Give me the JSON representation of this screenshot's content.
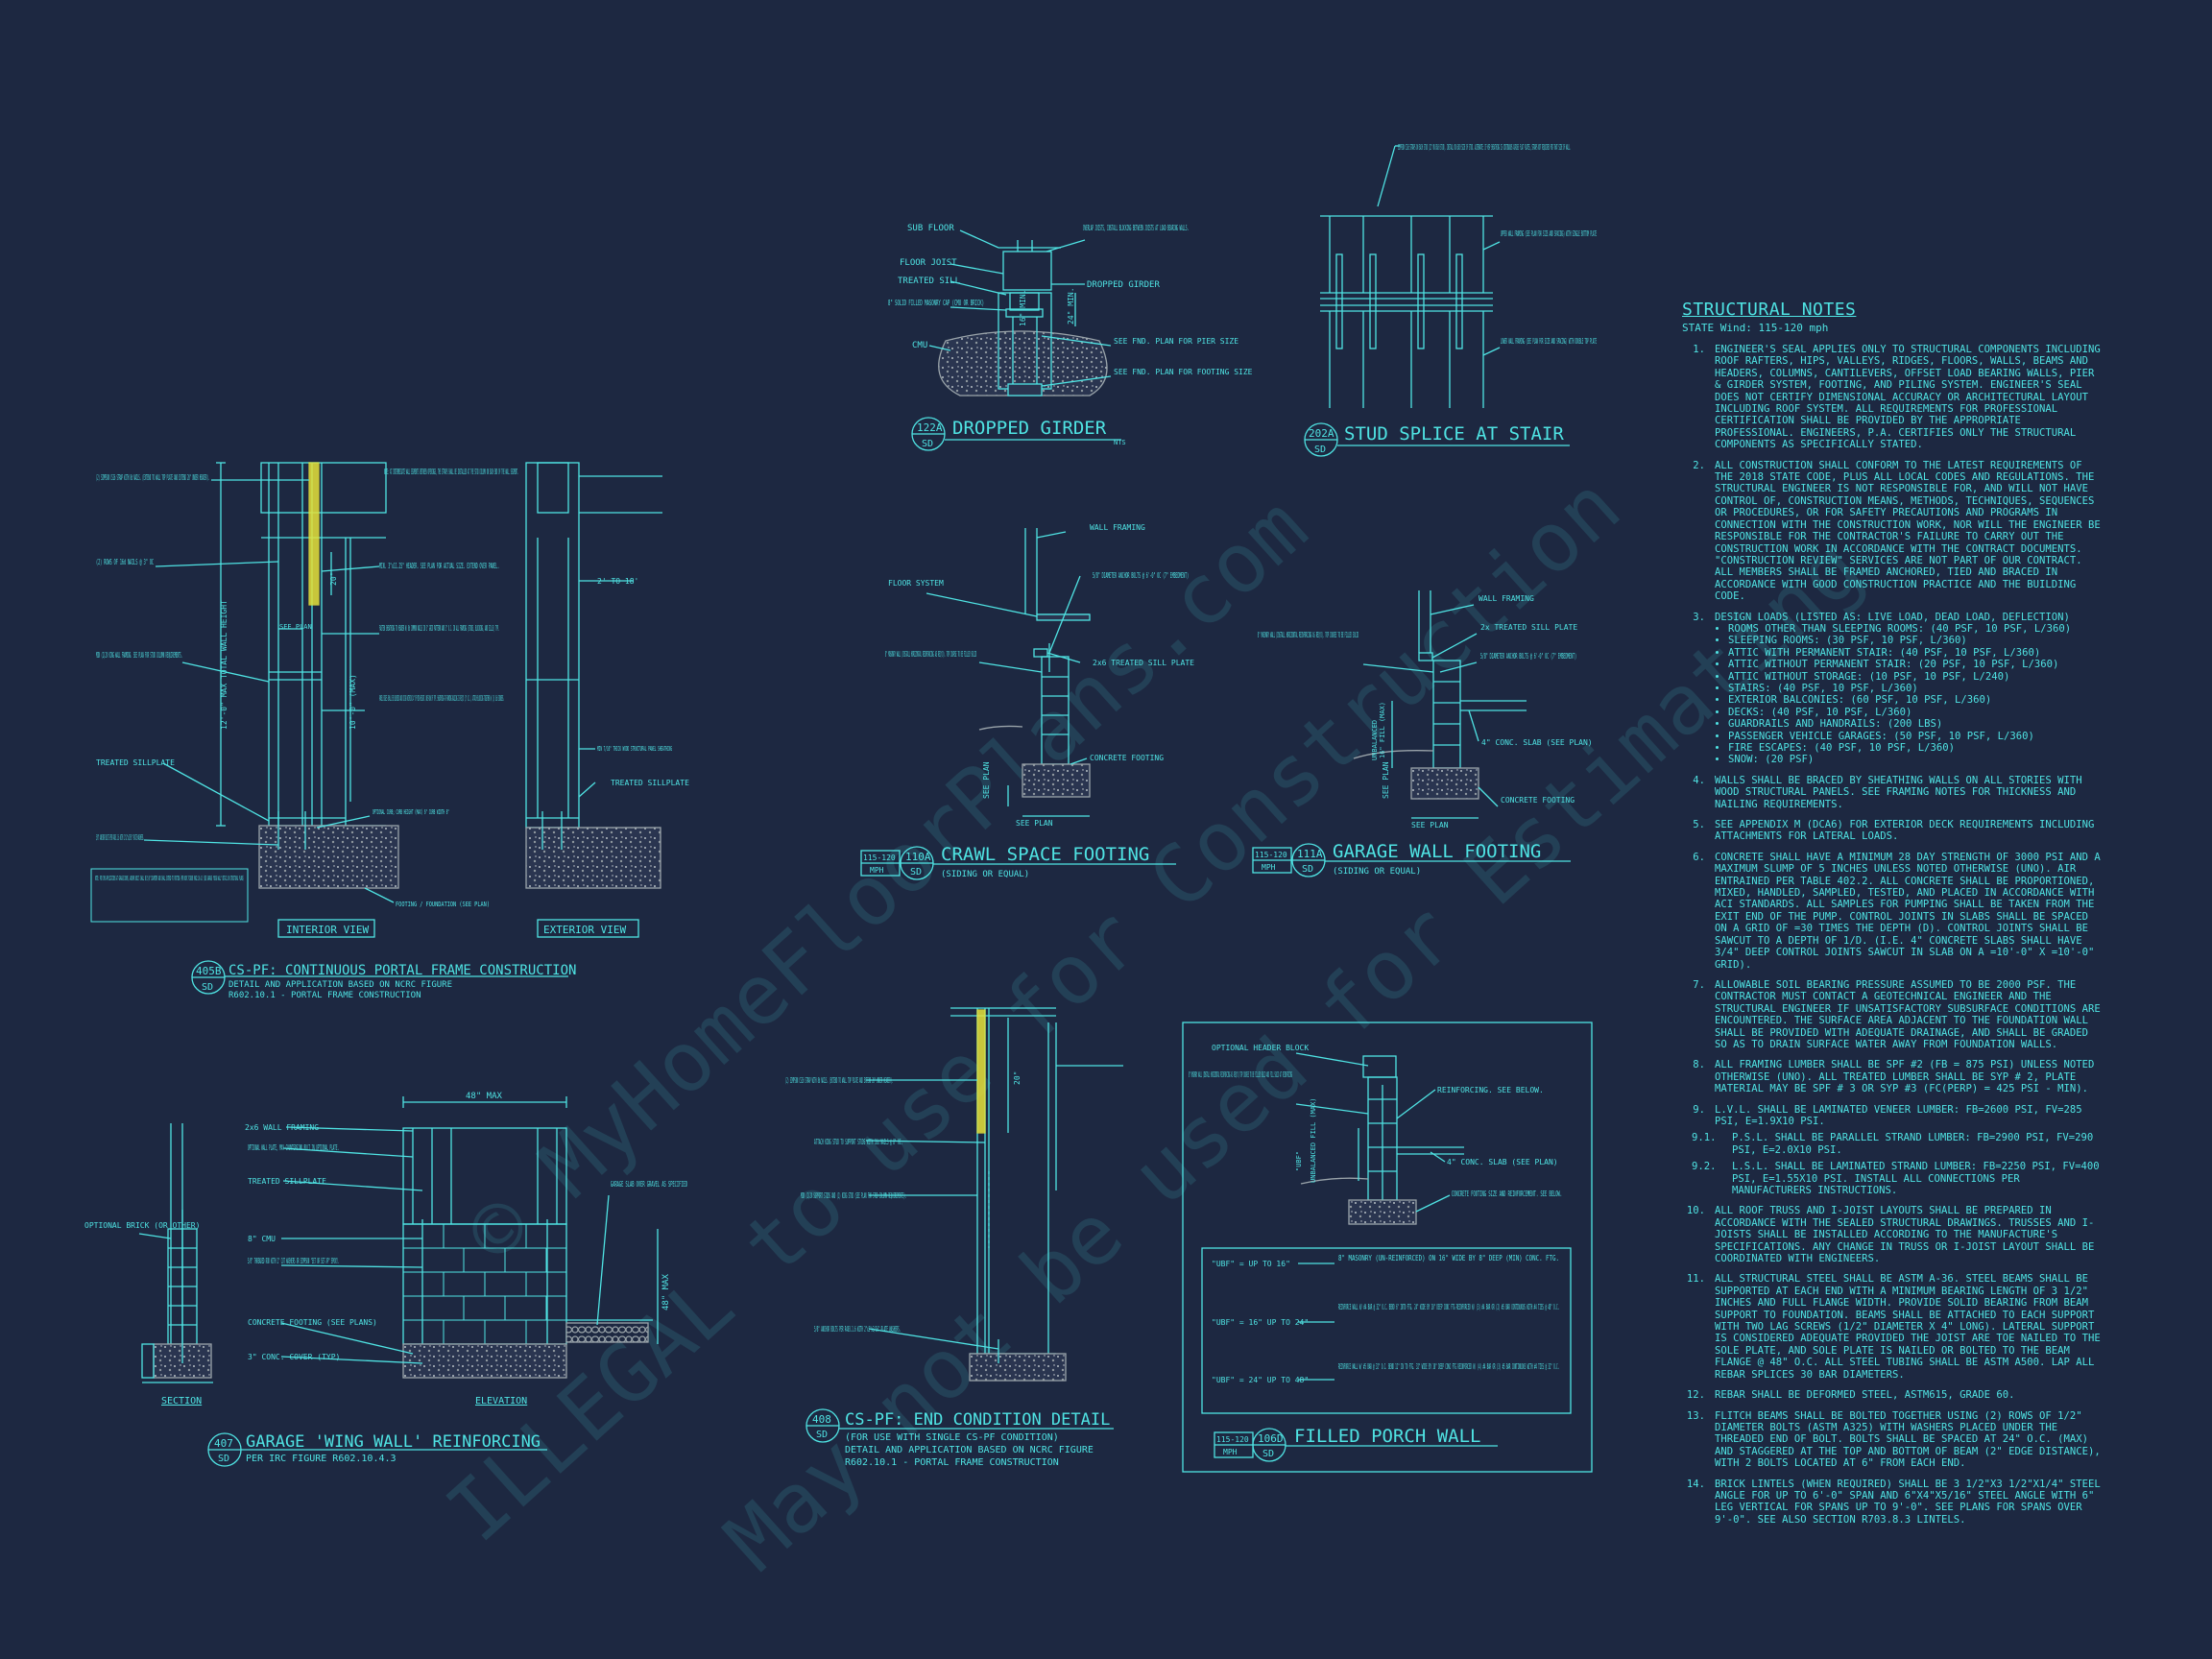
{
  "colors": {
    "background": "#1d2841",
    "line": "#4fe3e3",
    "highlight": "#e6e23a",
    "concrete": "#9aa4aa",
    "watermark": "#c7cbd6"
  },
  "watermarks": [
    "© MyHomeFloorPlans.com",
    "ILLEGAL to use for Construction",
    "May not be used for Estimating"
  ],
  "details": {
    "d122": {
      "num": "122A",
      "sheet": "SD",
      "title": "DROPPED GIRDER",
      "scale": "NTS",
      "labels": [
        "SUB FLOOR",
        "FLOOR JOIST",
        "TREATED SILL",
        "8\" SOLID FILLED MASONRY CAP (CMU OR BRICK)",
        "CMU",
        "OVERLAP JOISTS, INSTALL BLOCKING BETWEEN JOISTS AT LOAD BEARING WALLS.",
        "DROPPED GIRDER",
        "SEE FND. PLAN FOR PIER SIZE",
        "SEE FND. PLAN FOR FOOTING SIZE",
        "16\" MIN.",
        "24\" MIN."
      ]
    },
    "d202": {
      "num": "202A",
      "sheet": "SD",
      "title": "STUD SPLICE AT STAIR",
      "labels": [
        "SIMPSON CS16 STRAPS ON EACH STUD (12\" ON EACH STUD). INSTALL ON EACH SIDE OF STUD. ALTERNATE: IF WSP SHEATHING IS CONTINUOUS ACROSS FLAT PLATES, STRAPS NOT REQUIRED FOR THAT SIDE OF WALL.",
        "UPPER WALL FRAMING (SEE PLAN FOR SIZE AND SPACING) WITH SINGLE BOTTOM PLATE",
        "LOWER WALL FRAMING (SEE PLAN FOR SIZE AND SPACING) WITH DOUBLE TOP PLATE"
      ]
    },
    "d405": {
      "num": "405B",
      "sheet": "SD",
      "title": "CS-PF: CONTINUOUS PORTAL FRAME CONSTRUCTION",
      "sub1": "DETAIL AND APPLICATION BASED ON NCRC FIGURE",
      "sub2": "R602.10.1 - PORTAL FRAME CONSTRUCTION",
      "interior": "INTERIOR VIEW",
      "exterior": "EXTERIOR VIEW",
      "labels": [
        "(2) SIMPSON CS16 STRAP WITH 8d NAILS. (EXTEND TO WALL TOP PLATE AND EXTEND 20\" UNDER HEADER).",
        "(2) ROWS OF 16d NAILS @ 3\" OC",
        "MIN (2)2X KING WALL FRAMING. SEE PLAN FOR STUD COLUMN REQUIREMENTS.",
        "TREATED SILLPLATE",
        "5/8\" ANCHOR BOLTS PER R403.1.6 WITH 2\"x2\"x3/16\" PLATE WASHERS.",
        "NOTE: AT INTERMEDIATE WALL SEGMENTS BETWEEN OPENINGS, THE STRAPS SHALL BE INSTALLED AT THE STUD COLUMN ON EACH END OF THE WALL SEGMENT.",
        "MIN. 3\"x11.25\" HEADER. SEE PLAN FOR ACTUAL SIZE. EXTEND OVER PANEL.",
        "FASTEN SHEATHING TO HEADER W/ 8d COMMON NAILS IN 3\" GRID PATTERN AND 3\" O.C. IN ALL FRAMING (STUDS, BLOCKING, AND SILLS) TYP.",
        "PANEL EDGES SHALL BE BLOCKED AND OCCUR WITHIN 24\" OF MID-HEIGHT. ONE ROW OF TYP. SHEATHING-TO-FRAMING NAILING IS REQ'D (3\" O.C.). ATTACH BLOCKING TOGETHER W/ (3) 16d SINKERS.",
        "OPTIONAL CURB; CURB HEIGHT (MAX) 6\" CURB WIDTH 8\"",
        "FOOTING / FOUNDATION (SEE PLAN)",
        "MIN 7/16\" THICK WOOD STRUCTURAL PANEL SHEATHING",
        "TREATED SILLPLATE",
        "2' TO 18'",
        "SEE PLAN",
        "20\"",
        "10'-0\" (MAX)",
        "12'-0\" MAX TOTAL WALL HEIGHT",
        "NOTE: FOR CMU APPLICATIONS AT GARAGE DOORS, ANCHOR BOLTS SHALL BE 5/8\" DIAMETER AND SHALL EXTEND TO FOOTING (PER NCRC FIGURE R602.10.4.3 (SEE GARAGE \"WING WALL\" DETAIL ON STRUCTURAL PLANS)"
      ]
    },
    "d110a": {
      "num": "110A",
      "sheet": "SD",
      "mph": "115-120",
      "mphunit": "MPH",
      "title": "CRAWL SPACE FOOTING",
      "sub": "(SIDING OR EQUAL)",
      "labels": [
        "WALL FRAMING",
        "FLOOR SYSTEM",
        "5/8\" DIAMETER ANCHOR BOLTS @ 6'-0\" OC (7\" EMBEDMENT)",
        "8\" MASONRY WALL (INSTALL HORIZONTAL REINFORCING AS REQ'D). TOP COURSE TO BE FILLED SOLID",
        "2x6 TREATED SILL PLATE",
        "CONCRETE FOOTING",
        "SEE PLAN",
        "SEE PLAN"
      ]
    },
    "d111a": {
      "num": "111A",
      "sheet": "SD",
      "mph": "115-120",
      "mphunit": "MPH",
      "title": "GARAGE WALL FOOTING",
      "sub": "(SIDING OR EQUAL)",
      "labels": [
        "WALL FRAMING",
        "2x TREATED SILL PLATE",
        "5/8\" DIAMETER ANCHOR BOLTS @ 6'-0\" OC (7\" EMBEDMENT)",
        "8\" MASONRY WALL (INSTALL HORIZONTAL REINFORCING AS REQ'D). TOP COURSE TO BE FILLED SOLID",
        "4\" CONC. SLAB (SEE PLAN)",
        "CONCRETE FOOTING",
        "SEE PLAN",
        "SEE PLAN",
        "16\" FILL (MAX)",
        "UNBALANCED"
      ]
    },
    "d407": {
      "num": "407",
      "sheet": "SD",
      "title": "GARAGE 'WING WALL' REINFORCING",
      "sub": "PER IRC FIGURE R602.10.4.3",
      "section": "SECTION",
      "elevation": "ELEVATION",
      "labels": [
        "2x6 WALL FRAMING",
        "OPTIONAL WALL PLATE, MAY COUNTERSINK BOLT IN OPTIONAL PLATE.",
        "TREATED SILLPLATE",
        "OPTIONAL BRICK (OR OTHER)",
        "8\" CMU",
        "5/8\" THREADED ROD WITH 2\" CUT WASHERS OR SIMPSON \"SET OR SET-XP\" EPOXY.",
        "CONCRETE FOOTING (SEE PLANS)",
        "3\" CONC. COVER (TYP)",
        "GARAGE SLAB OVER GRAVEL AS SPECIFIED",
        "48\" MAX",
        "48\" MAX"
      ]
    },
    "d408": {
      "num": "408",
      "sheet": "SD",
      "title": "CS-PF: END CONDITION DETAIL",
      "sub1": "(FOR USE WITH SINGLE CS-PF CONDITION)",
      "sub2": "DETAIL AND APPLICATION BASED ON NCRC FIGURE",
      "sub3": "R602.10.1 - PORTAL FRAME CONSTRUCTION",
      "labels": [
        "(2) SIMPSON CS16 STRAP WITH 8d NAILS. (EXTEND TO WALL TOP PLATE AND EXTEND 20\" UNDER HEADER).",
        "ATTACH KING STUD TO SUPPORT STUDS WITH 10d NAILS @ 8\" OC.",
        "MIN (2)2X SUPPORT STUDS AND (1) KING STUD (SEE PLAN FOR STUD COLUMN REQUIREMENTS).",
        "5/8\" ANCHOR BOLTS PER R403.1.6 WITH 2\"x2\"x3/16\" PLATE WASHERS.",
        "20\""
      ]
    },
    "d106": {
      "num": "106D",
      "sheet": "SD",
      "mph": "115-120",
      "mphunit": "MPH",
      "title": "FILLED PORCH WALL",
      "labels": [
        "OPTIONAL HEADER BLOCK",
        "8\" MASONRY WALL (INSTALL HORIZONTAL REINFORCING AS REQ'D) TOP COURSE TO BE FILLED SOLID AND FILL SOLID AT REINFORCING",
        "REINFORCING. SEE BELOW.",
        "4\" CONC. SLAB (SEE PLAN)",
        "CONCRETE FOOTING SIZE AND REINFORCEMENT. SEE BELOW.",
        "\"UBF\"",
        "UNBALANCED FILL (MAX)"
      ],
      "table": [
        {
          "key": "\"UBF\" = UP TO 16\"",
          "val": "8\" MASONRY (UN-REINFORCED) ON 16\" WIDE BY 8\" DEEP (MIN) CONC. FTG."
        },
        {
          "key": "\"UBF\" = 16\" UP TO 24\"",
          "val": "REINFORCE WALL W/ #4 BAR @ 32\" O.C. BEND 6\" INTO FTG. 24\" WIDE BY 10\" DEEP CONC FTG REINFORCED W/ (3) #4 BAR OR (2) #5 BAR CONTINUOUS WITH #4 TIES @ 48\" O.C."
        },
        {
          "key": "\"UBF\" = 24\" UP TO 48\"",
          "val": "REINFORCE WALL W/ #5 BAR @ 32\" O.C. BEND 12\" IN TO FTG. 32\" WIDE BY 10\" DEEP CONC FTG REINFORCED W/ (4) #4 BAR OR (3) #5 BAR CONTINUOUS WITH #4 TIES @ 32\" O.C."
        }
      ]
    }
  },
  "notes": {
    "title": "STRUCTURAL NOTES",
    "subtitle": "STATE Wind: 115-120 mph",
    "items": [
      {
        "n": "1.",
        "t": "ENGINEER'S SEAL APPLIES ONLY TO STRUCTURAL COMPONENTS INCLUDING ROOF RAFTERS, HIPS, VALLEYS, RIDGES, FLOORS, WALLS, BEAMS AND HEADERS, COLUMNS, CANTILEVERS, OFFSET LOAD BEARING WALLS, PIER & GIRDER SYSTEM, FOOTING, AND PILING SYSTEM. ENGINEER'S SEAL DOES NOT CERTIFY DIMENSIONAL ACCURACY OR ARCHITECTURAL LAYOUT INCLUDING ROOF SYSTEM. ALL REQUIREMENTS FOR PROFESSIONAL CERTIFICATION SHALL BE PROVIDED BY THE APPROPRIATE PROFESSIONAL. ENGINEERS, P.A. CERTIFIES ONLY THE STRUCTURAL COMPONENTS AS SPECIFICALLY STATED."
      },
      {
        "n": "2.",
        "t": "ALL CONSTRUCTION SHALL CONFORM TO THE LATEST REQUIREMENTS OF THE 2018 STATE CODE, PLUS ALL LOCAL CODES AND REGULATIONS. THE STRUCTURAL ENGINEER IS NOT RESPONSIBLE FOR, AND WILL NOT HAVE CONTROL OF, CONSTRUCTION MEANS, METHODS, TECHNIQUES, SEQUENCES OR PROCEDURES, OR FOR SAFETY PRECAUTIONS AND PROGRAMS IN CONNECTION WITH THE CONSTRUCTION WORK, NOR WILL THE ENGINEER BE RESPONSIBLE FOR THE CONTRACTOR'S FAILURE TO CARRY OUT THE CONSTRUCTION WORK IN ACCORDANCE WITH THE CONTRACT DOCUMENTS. \"CONSTRUCTION REVIEW\" SERVICES ARE NOT PART OF OUR CONTRACT. ALL MEMBERS SHALL BE FRAMED ANCHORED, TIED AND BRACED IN ACCORDANCE WITH GOOD CONSTRUCTION PRACTICE AND THE BUILDING CODE."
      },
      {
        "n": "3.",
        "t": "DESIGN LOADS (LISTED AS: LIVE LOAD, DEAD LOAD, DEFLECTION)",
        "list": [
          "ROOMS OTHER THAN SLEEPING ROOMS: (40 PSF, 10 PSF, L/360)",
          "SLEEPING ROOMS: (30 PSF, 10 PSF, L/360)",
          "ATTIC WITH PERMANENT STAIR: (40 PSF, 10 PSF, L/360)",
          "ATTIC WITHOUT PERMANENT STAIR: (20 PSF, 10 PSF, L/360)",
          "ATTIC WITHOUT STORAGE: (10 PSF, 10 PSF, L/240)",
          "STAIRS: (40 PSF, 10 PSF, L/360)",
          "EXTERIOR BALCONIES: (60 PSF, 10 PSF, L/360)",
          "DECKS: (40 PSF, 10 PSF, L/360)",
          "GUARDRAILS AND HANDRAILS: (200 LBS)",
          "PASSENGER VEHICLE GARAGES: (50 PSF, 10 PSF, L/360)",
          "FIRE ESCAPES: (40 PSF, 10 PSF, L/360)",
          "SNOW: (20 PSF)"
        ]
      },
      {
        "n": "4.",
        "t": "WALLS SHALL BE BRACED BY SHEATHING WALLS ON ALL STORIES WITH WOOD STRUCTURAL PANELS. SEE FRAMING NOTES FOR THICKNESS AND NAILING REQUIREMENTS."
      },
      {
        "n": "5.",
        "t": "SEE APPENDIX M (DCA6) FOR EXTERIOR DECK REQUIREMENTS INCLUDING ATTACHMENTS FOR LATERAL LOADS."
      },
      {
        "n": "6.",
        "t": "CONCRETE SHALL HAVE A MINIMUM 28 DAY STRENGTH OF 3000 PSI AND A MAXIMUM SLUMP OF 5 INCHES UNLESS NOTED OTHERWISE (UNO). AIR ENTRAINED PER TABLE 402.2. ALL CONCRETE SHALL BE PROPORTIONED, MIXED, HANDLED, SAMPLED, TESTED, AND PLACED IN ACCORDANCE WITH ACI STANDARDS. ALL SAMPLES FOR PUMPING SHALL BE TAKEN FROM THE EXIT END OF THE PUMP. CONTROL JOINTS IN SLABS SHALL BE SPACED ON A GRID OF =30 TIMES THE DEPTH (D). CONTROL JOINTS SHALL BE SAWCUT TO A DEPTH OF 1/D. (I.E. 4\" CONCRETE SLABS SHALL HAVE 3/4\" DEEP CONTROL JOINTS SAWCUT IN SLAB ON A =10'-0\" x =10'-0\" GRID)."
      },
      {
        "n": "7.",
        "t": "ALLOWABLE SOIL BEARING PRESSURE ASSUMED TO BE 2000 PSF. THE CONTRACTOR MUST CONTACT A GEOTECHNICAL ENGINEER AND THE STRUCTURAL ENGINEER IF UNSATISFACTORY SUBSURFACE CONDITIONS ARE ENCOUNTERED. THE SURFACE AREA ADJACENT TO THE FOUNDATION WALL SHALL BE PROVIDED WITH ADEQUATE DRAINAGE, AND SHALL BE GRADED SO AS TO DRAIN SURFACE WATER AWAY FROM FOUNDATION WALLS."
      },
      {
        "n": "8.",
        "t": "ALL FRAMING LUMBER SHALL BE SPF #2 (Fb = 875 PSI) UNLESS NOTED OTHERWISE (UNO). ALL TREATED LUMBER SHALL BE SYP # 2, PLATE MATERIAL MAY BE SPF # 3 OR SYP #3 (Fc(perp) = 425 PSI - MIN)."
      },
      {
        "n": "9.",
        "t": "L.V.L. SHALL BE LAMINATED VENEER LUMBER: Fb=2600 PSI, Fv=285 PSI, E=1.9x10 PSI."
      },
      {
        "n": "9.1.",
        "t": "P.S.L. SHALL BE PARALLEL STRAND LUMBER: Fb=2900 PSI, Fv=290 PSI, E=2.0x10 PSI.",
        "sub": true
      },
      {
        "n": "9.2.",
        "t": "L.S.L. SHALL BE LAMINATED STRAND LUMBER: Fb=2250 PSI, Fv=400 PSI, E=1.55x10 PSI. INSTALL ALL CONNECTIONS PER MANUFACTURERS INSTRUCTIONS.",
        "sub": true
      },
      {
        "n": "10.",
        "t": "ALL ROOF TRUSS AND I-JOIST LAYOUTS SHALL BE PREPARED IN ACCORDANCE WITH THE SEALED STRUCTURAL DRAWINGS. TRUSSES AND I-JOISTS SHALL BE INSTALLED ACCORDING TO THE MANUFACTURE'S SPECIFICATIONS. ANY CHANGE IN TRUSS OR I-JOIST LAYOUT SHALL BE COORDINATED WITH ENGINEERS."
      },
      {
        "n": "11.",
        "t": "ALL STRUCTURAL STEEL SHALL BE ASTM A-36. STEEL BEAMS SHALL BE SUPPORTED AT EACH END WITH A MINIMUM BEARING LENGTH OF 3 1/2\" INCHES AND FULL FLANGE WIDTH. PROVIDE SOLID BEARING FROM BEAM SUPPORT TO FOUNDATION. BEAMS SHALL BE ATTACHED TO EACH SUPPORT WITH TWO LAG SCREWS (1/2\" DIAMETER x 4\" LONG). LATERAL SUPPORT IS CONSIDERED ADEQUATE PROVIDED THE JOIST ARE TOE NAILED TO THE SOLE PLATE, AND SOLE PLATE IS NAILED OR BOLTED TO THE BEAM FLANGE @ 48\" O.C. ALL STEEL TUBING SHALL BE ASTM A500. LAP ALL REBAR SPLICES 30 BAR DIAMETERS."
      },
      {
        "n": "12.",
        "t": "REBAR SHALL BE DEFORMED STEEL, ASTM615, GRADE 60."
      },
      {
        "n": "13.",
        "t": "FLITCH BEAMS SHALL BE BOLTED TOGETHER USING (2) ROWS OF 1/2\" DIAMETER BOLTS (ASTM A325) WITH WASHERS PLACED UNDER THE THREADED END OF BOLT. BOLTS SHALL BE SPACED AT 24\" O.C. (MAX) AND STAGGERED AT THE TOP AND BOTTOM OF BEAM (2\" EDGE DISTANCE), WITH 2 BOLTS LOCATED AT 6\" FROM EACH END."
      },
      {
        "n": "14.",
        "t": "BRICK LINTELS (WHEN REQUIRED) SHALL BE 3 1/2\"x3 1/2\"x1/4\" STEEL ANGLE FOR UP TO 6'-0\" SPAN AND 6\"x4\"x5/16\" STEEL ANGLE WITH 6\" LEG VERTICAL FOR SPANS UP TO 9'-0\". SEE PLANS FOR SPANS OVER 9'-0\". SEE ALSO SECTION R703.8.3 LINTELS."
      }
    ]
  }
}
